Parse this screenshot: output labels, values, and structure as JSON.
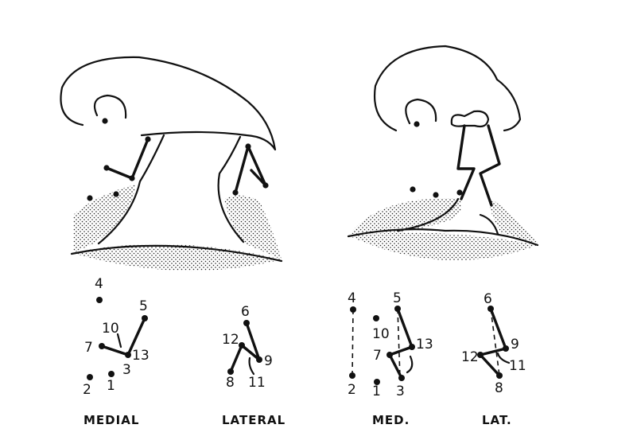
{
  "captions": {
    "medial": "MEDIAL",
    "lateral": "LATERAL",
    "med": "MED.",
    "lat": "LAT."
  },
  "points": {
    "p1": "1",
    "p2": "2",
    "p3": "3",
    "p4": "4",
    "p5": "5",
    "p6": "6",
    "p7": "7",
    "p8": "8",
    "p9": "9",
    "p10": "10",
    "p11": "11",
    "p12": "12",
    "p13": "13"
  }
}
